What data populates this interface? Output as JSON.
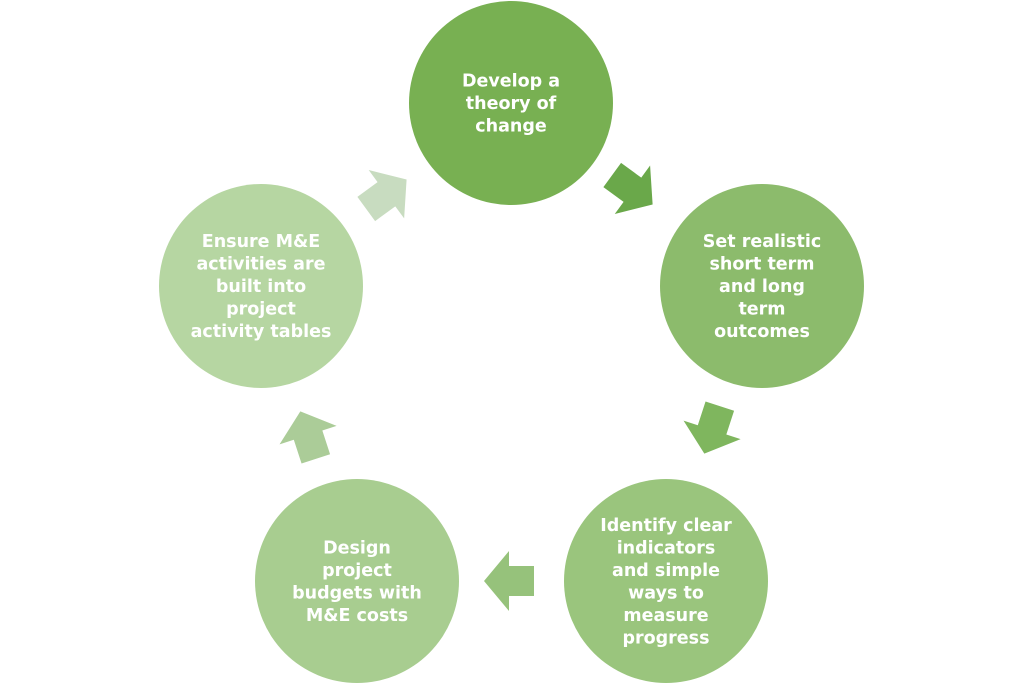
{
  "diagram": {
    "type": "cycle",
    "direction": "clockwise",
    "steps": [
      {
        "id": "step-1",
        "label": "Develop a theory of change",
        "lines": [
          "Develop a",
          "theory of",
          "change"
        ],
        "color": "#78b052"
      },
      {
        "id": "step-2",
        "label": "Set realistic short term and long term outcomes",
        "lines": [
          "Set realistic",
          "short term",
          "and long",
          "term",
          "outcomes"
        ],
        "color": "#8cbb6c"
      },
      {
        "id": "step-3",
        "label": "Identify clear indicators and simple ways to measure progress",
        "lines": [
          "Identify clear",
          "indicators",
          "and simple",
          "ways to",
          "measure",
          "progress"
        ],
        "color": "#9ac57d"
      },
      {
        "id": "step-4",
        "label": "Design project budgets with M&E costs",
        "lines": [
          "Design",
          "project",
          "budgets with",
          "M&E costs"
        ],
        "color": "#a8cd90"
      },
      {
        "id": "step-5",
        "label": "Ensure M&E activities are built into project activity tables",
        "lines": [
          "Ensure M&E",
          "activities are",
          "built into",
          "project",
          "activity tables"
        ],
        "color": "#b6d6a2"
      }
    ],
    "arrows": [
      {
        "from": "step-1",
        "to": "step-2",
        "color": "#6aa84a"
      },
      {
        "from": "step-2",
        "to": "step-3",
        "color": "#7fb65e"
      },
      {
        "from": "step-3",
        "to": "step-4",
        "color": "#96c27b"
      },
      {
        "from": "step-4",
        "to": "step-5",
        "color": "#abcc98"
      },
      {
        "from": "step-5",
        "to": "step-1",
        "color": "#c8dcc0"
      }
    ]
  }
}
